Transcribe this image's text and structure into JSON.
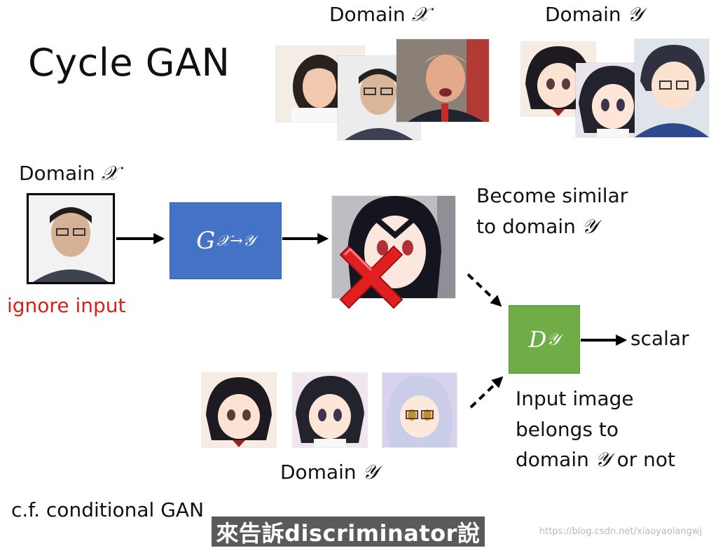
{
  "slide": {
    "title": "Cycle GAN",
    "top_domain_x_label": "Domain ",
    "top_domain_x_symbol": "𝒳",
    "top_domain_y_label": "Domain ",
    "top_domain_y_symbol": "𝒴",
    "left_domain_x_label": "Domain ",
    "left_domain_x_symbol": "𝒳",
    "ignore_input": "ignore input",
    "generator_label": "G",
    "generator_subscript": "𝒳→𝒴",
    "become_line1": "Become similar",
    "become_line2": "to domain ",
    "become_symbol": "𝒴",
    "discriminator_label": "D",
    "discriminator_subscript": "𝒴",
    "scalar": "scalar",
    "input_line1": "Input image",
    "input_line2": "belongs to",
    "input_line3": "domain ",
    "input_symbol": "𝒴",
    "input_line3_tail": " or not",
    "bottom_domain_y_label": "Domain ",
    "bottom_domain_y_symbol": "𝒴",
    "cf_text": "c.f. conditional GAN",
    "subtitle": "來告訴discriminator說",
    "watermark": "https://blog.csdn.net/xiaoyaolangwj"
  },
  "colors": {
    "generator": "#4472c4",
    "discriminator": "#70ad47",
    "red_text": "#d8211a",
    "cross": "#e02020"
  }
}
